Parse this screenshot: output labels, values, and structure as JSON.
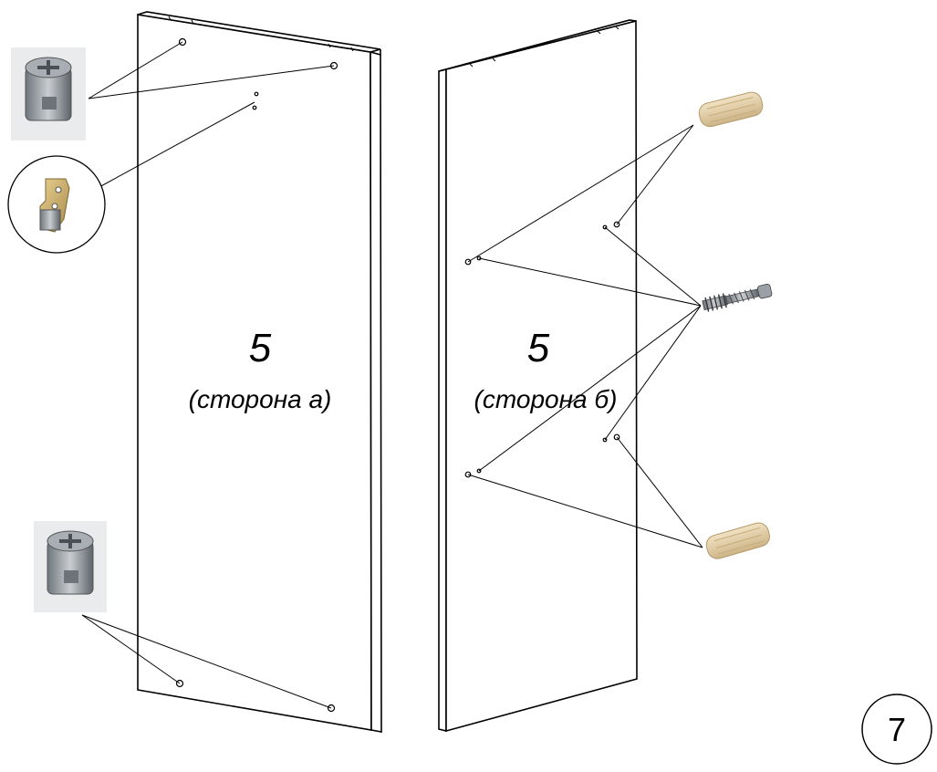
{
  "panel_a": {
    "number": "5",
    "side_label": "(сторона а)"
  },
  "panel_b": {
    "number": "5",
    "side_label": "(сторона б)"
  },
  "step": {
    "number": "7"
  },
  "hardware": {
    "cam_lock": "cam-lock-housing",
    "shelf_support": "shelf-support-bracket",
    "dowel": "wooden-dowel",
    "confirmat": "cam-bolt"
  },
  "colors": {
    "line": "#000000",
    "wood": "#e8d3a8",
    "metal": "#9aa0a6"
  }
}
